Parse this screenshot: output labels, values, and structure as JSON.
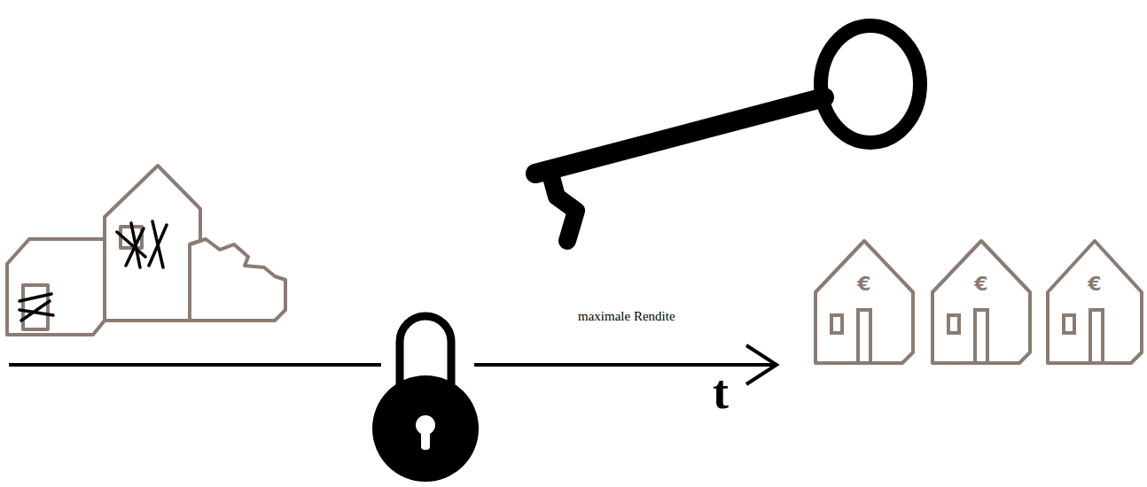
{
  "diagram": {
    "nodes": [
      {
        "text": [
          "€"
        ]
      },
      {
        "text": [
          "€"
        ]
      },
      {
        "text": [
          "€"
        ]
      }
    ],
    "labels": [
      "maximale Rendite",
      "t"
    ]
  }
}
